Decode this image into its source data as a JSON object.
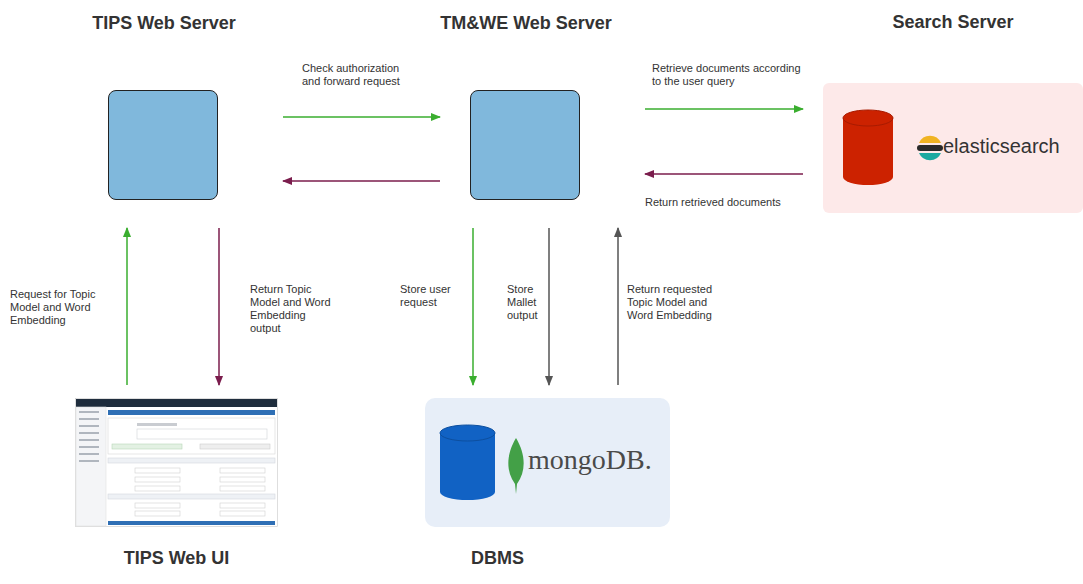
{
  "diagram": {
    "nodes": [
      {
        "text": [
          "TIPS Web Server"
        ]
      },
      {
        "text": [
          "TM&WE Web Server"
        ]
      },
      {
        "text": [
          "Search Server",
          "elasticsearch"
        ]
      },
      {
        "text": [
          "TIPS Web UI"
        ]
      },
      {
        "text": [
          "DBMS",
          "mongoDB."
        ]
      }
    ],
    "edges": [
      {
        "from": 0,
        "to": 1,
        "label": "Check authorization and forward request",
        "arrow": "to"
      },
      {
        "from": 1,
        "to": 0,
        "arrow": "to"
      },
      {
        "from": 1,
        "to": 2,
        "label": "Retrieve documents according to the user query",
        "arrow": "to"
      },
      {
        "from": 2,
        "to": 1,
        "label": "Return retrieved documents",
        "arrow": "to"
      },
      {
        "from": 3,
        "to": 0,
        "label": "Request for Topic Model and Word Embedding",
        "arrow": "to"
      },
      {
        "from": 0,
        "to": 3,
        "label": "Return Topic Model and Word Embedding output",
        "arrow": "to"
      },
      {
        "from": 1,
        "to": 4,
        "label": "Store user request",
        "arrow": "to"
      },
      {
        "from": 1,
        "to": 4,
        "label": "Store Mallet output",
        "arrow": "to"
      },
      {
        "from": 4,
        "to": 1,
        "label": "Return requested Topic Model and Word Embedding",
        "arrow": "to"
      }
    ]
  }
}
